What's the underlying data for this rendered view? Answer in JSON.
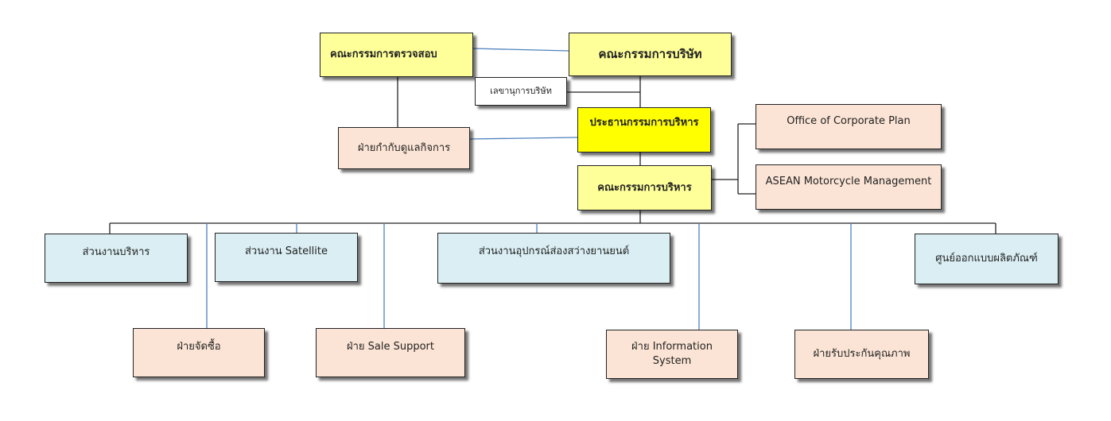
{
  "boxes": {
    "audit_committee": "คณะกรรมการตรวจสอบ",
    "board": "คณะกรรมการบริษัท",
    "secretary": "เลขานุการบริษัท",
    "compliance": "ฝ่ายกำกับดูแลกิจการ",
    "ceo": "ประธานกรรมการบริหาร",
    "exec_committee": "คณะกรรมการบริหาร",
    "corporate_plan": "Office of Corporate Plan",
    "asean_moto": "ASEAN Motorcycle Management",
    "admin": "ส่วนงานบริหาร",
    "satellite": "ส่วนงาน Satellite",
    "lighting": "ส่วนงานอุปกรณ์ส่องสว่างยานยนต์",
    "design_center": "ศูนย์ออกแบบผลิตภัณฑ์",
    "purchasing": "ฝ่ายจัดซื้อ",
    "sale_support": "ฝ่าย Sale Support",
    "info_system": "ฝ่าย Information\nSystem",
    "qa": "ฝ่ายรับประกันคุณภาพ"
  },
  "colors": {
    "line_black": "#222222",
    "line_blue": "#4f81bd",
    "yellow": "#ffff99",
    "bright_yellow": "#ffff00",
    "peach": "#fbe4d5",
    "light_blue": "#daeef3"
  }
}
